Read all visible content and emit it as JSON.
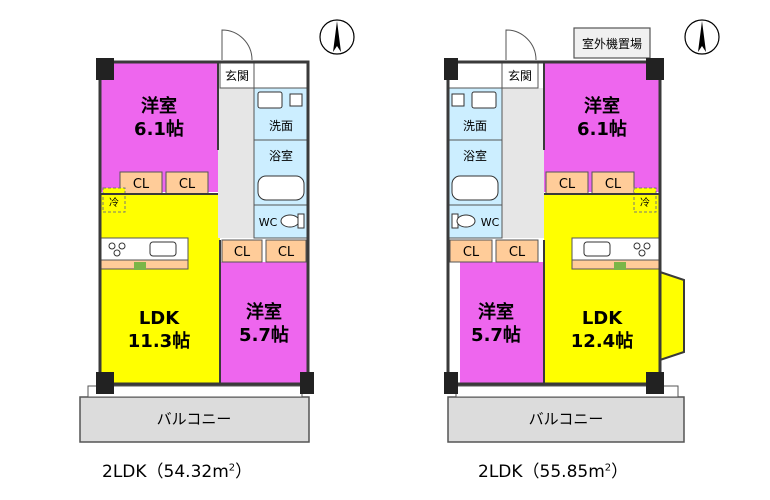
{
  "colors": {
    "western": "#ee66ee",
    "ldk": "#ffff00",
    "closet": "#ffcc99",
    "wet": "#cceeff",
    "hall": "#e6e6e6",
    "balcony": "#dcdcdc",
    "wall": "#3a3a3a",
    "kitchen": "#7ab648",
    "pillar": "#222222"
  },
  "icons": [
    "north-arrow-icon",
    "door-swing-icon",
    "toilet-icon",
    "bathtub-icon",
    "sink-icon",
    "stove-icon",
    "fridge-icon"
  ],
  "plans": [
    {
      "rooms": {
        "western_large": {
          "label": "洋室",
          "size": "6.1帖"
        },
        "western_small": {
          "label": "洋室",
          "size": "5.7帖"
        },
        "ldk": {
          "label": "LDK",
          "size": "11.3帖"
        },
        "entrance": "玄関",
        "washroom": "洗面",
        "bathroom": "浴室",
        "toilet": "WC",
        "closets": [
          "CL",
          "CL",
          "CL",
          "CL"
        ],
        "balcony": "バルコニー",
        "fridge": "冷"
      },
      "caption": {
        "layout": "2LDK",
        "area": "（54.32m",
        "exp": "2",
        "close": "）"
      }
    },
    {
      "rooms": {
        "western_large": {
          "label": "洋室",
          "size": "6.1帖"
        },
        "western_small": {
          "label": "洋室",
          "size": "5.7帖"
        },
        "ldk": {
          "label": "LDK",
          "size": "12.4帖"
        },
        "entrance": "玄関",
        "washroom": "洗面",
        "bathroom": "浴室",
        "toilet": "WC",
        "closets": [
          "CL",
          "CL",
          "CL",
          "CL"
        ],
        "balcony": "バルコニー",
        "fridge": "冷",
        "outdoor_unit": "室外機置場"
      },
      "caption": {
        "layout": "2LDK",
        "area": "（55.85m",
        "exp": "2",
        "close": "）"
      }
    }
  ]
}
